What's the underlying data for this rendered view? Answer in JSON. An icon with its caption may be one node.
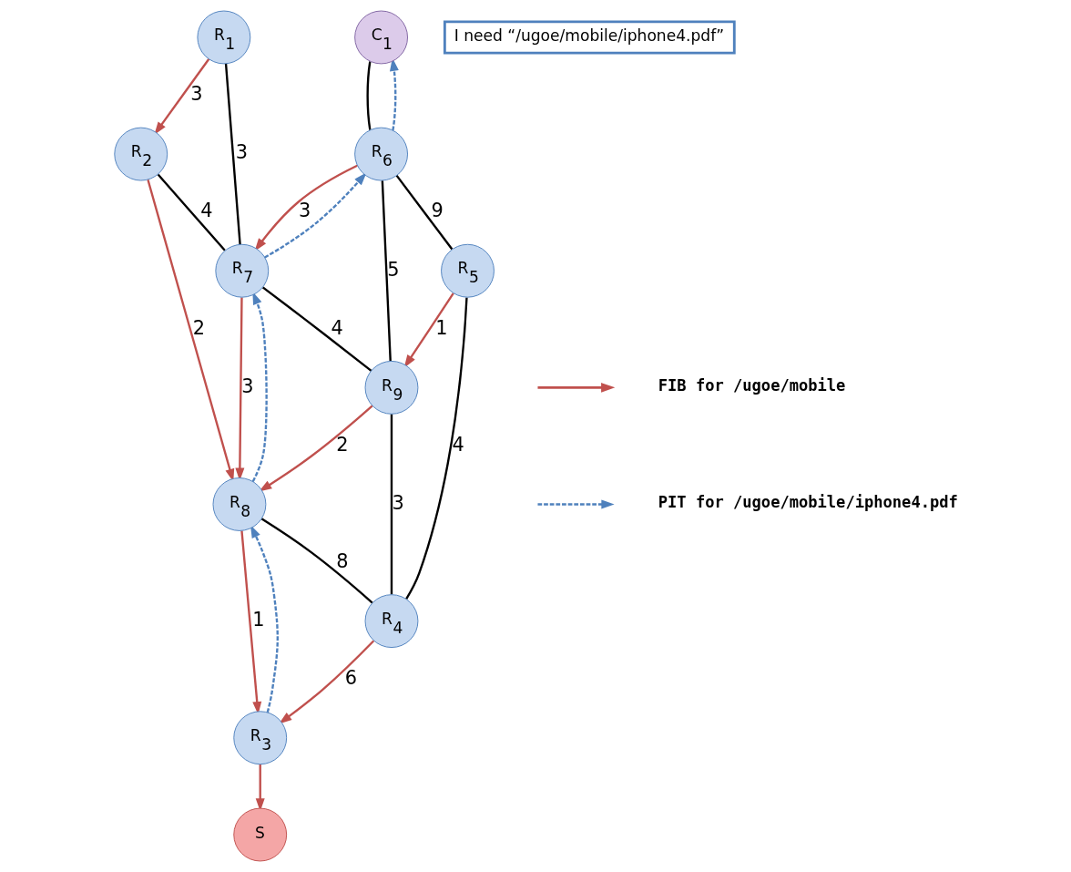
{
  "diagram": {
    "nodes": [
      {
        "text": [
          "S"
        ]
      },
      {
        "text": [
          "R$_{3}$"
        ]
      },
      {
        "text": [
          "R$_{2}$"
        ]
      },
      {
        "text": [
          "R$_{8}$"
        ]
      },
      {
        "text": [
          "R$_{1}$"
        ]
      },
      {
        "text": [
          "R$_{7}$"
        ]
      },
      {
        "text": [
          "R$_{4}$"
        ]
      },
      {
        "text": [
          "I need “/ugoe/mobile/iphone4.pdf”"
        ]
      },
      {
        "text": [
          "R$_{9}$"
        ]
      },
      {
        "text": [
          "C$_{1}$"
        ]
      },
      {
        "text": [
          "R$_{6}$"
        ]
      },
      {
        "text": [
          "R$_{5}$"
        ]
      }
    ],
    "edges": [
      {
        "from": 4,
        "to": 2,
        "arrow": "to",
        "label": "3"
      },
      {
        "from": 2,
        "to": 3,
        "arrow": "to",
        "label": "2"
      },
      {
        "from": 3,
        "to": 1,
        "arrow": "to",
        "label": "1"
      },
      {
        "from": 1,
        "to": 0,
        "arrow": "to"
      },
      {
        "from": 6,
        "to": 1,
        "arrow": "to",
        "label": "6"
      },
      {
        "from": 5,
        "to": 3,
        "arrow": "to",
        "label": "3"
      },
      {
        "from": 8,
        "to": 3,
        "arrow": "to",
        "label": "2"
      },
      {
        "from": 11,
        "to": 8,
        "arrow": "to",
        "label": "1"
      },
      {
        "from": 10,
        "to": 5,
        "arrow": "to",
        "label": "3"
      },
      {
        "from": 2,
        "to": 5,
        "arrow": "none",
        "label": "4",
        "color": "#000000"
      },
      {
        "from": 4,
        "to": 5,
        "arrow": "none",
        "label": "3",
        "color": "#000000"
      },
      {
        "from": 3,
        "to": 6,
        "arrow": "none",
        "label": "8",
        "color": "#000000"
      },
      {
        "from": 5,
        "to": 8,
        "arrow": "none",
        "label": "4",
        "color": "#000000"
      },
      {
        "from": 8,
        "to": 6,
        "arrow": "none",
        "label": "3",
        "color": "#000000"
      },
      {
        "from": 10,
        "to": 8,
        "arrow": "none",
        "label": "5",
        "color": "#000000"
      },
      {
        "from": 10,
        "to": 11,
        "arrow": "none",
        "label": "9",
        "color": "#000000"
      },
      {
        "from": 11,
        "to": 6,
        "arrow": "none",
        "label": "4",
        "color": "#000000"
      },
      {
        "from": 9,
        "to": 10,
        "arrow": "none",
        "color": "#000000"
      },
      {
        "from": 1,
        "to": 3,
        "arrow": "to",
        "style": "dashed",
        "color": "#4f81bd"
      },
      {
        "from": 3,
        "to": 5,
        "arrow": "to",
        "style": "dashed",
        "color": "#4f81bd"
      },
      {
        "from": 5,
        "to": 10,
        "arrow": "to",
        "style": "dashed",
        "color": "#4f81bd"
      },
      {
        "from": 10,
        "to": 9,
        "arrow": "to",
        "style": "dashed",
        "color": "#4f81bd"
      }
    ],
    "legend": [
      {
        "text": "FIB for /ugoe/mobile"
      },
      {
        "text": "PIT for /ugoe/mobile/iphone4.pdf"
      }
    ]
  }
}
